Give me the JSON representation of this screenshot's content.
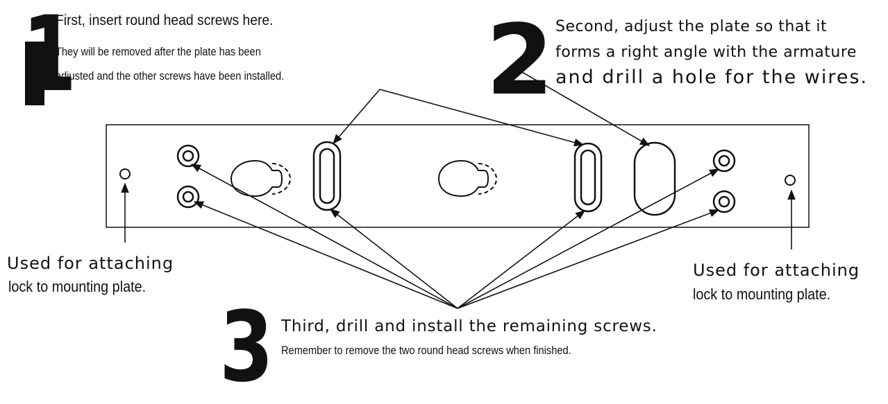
{
  "step1": {
    "number": "1",
    "line1": "First, insert round head screws here.",
    "line2": "They will be removed after the plate has been",
    "line3": "adjusted and the other screws have been installed."
  },
  "step2": {
    "number": "2",
    "line1": "Second, adjust the plate so that it",
    "line2": "forms a right angle with the armature",
    "line3": "and drill a hole for the wires."
  },
  "step3": {
    "number": "3",
    "line1": "Third, drill and install the remaining screws.",
    "line2": "Remember to remove the two round head screws when finished."
  },
  "left_note": {
    "line1": "Used for attaching",
    "line2": "lock to mounting plate."
  },
  "right_note": {
    "line1": "Used for attaching",
    "line2": "lock to mounting plate."
  }
}
